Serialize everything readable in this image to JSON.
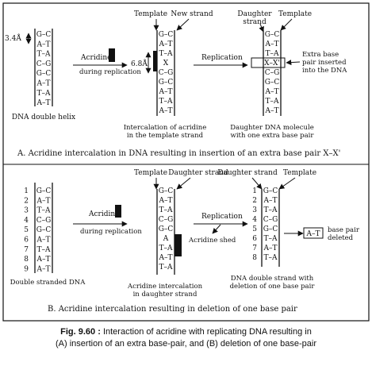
{
  "panelA": {
    "helix": {
      "pairs": [
        "G–C",
        "A–T",
        "T–A",
        "C–G",
        "G–C",
        "A–T",
        "T–A",
        "A–T"
      ],
      "spacing_label": "3.4Å",
      "label": "DNA double helix"
    },
    "arrow1": {
      "top": "Acridine",
      "bottom": "during replication"
    },
    "mid": {
      "template_label": "Template",
      "new_strand_label": "New strand",
      "pairs": [
        "G–C",
        "A–T",
        "T–A",
        "X",
        "C–G",
        "G–C",
        "A–T",
        "T–A",
        "A–T"
      ],
      "spacing_label": "6.8Å",
      "label_line1": "Intercalation of acridine",
      "label_line2": "in the template strand"
    },
    "arrow2": {
      "top": "Replication"
    },
    "right": {
      "daughter_label_line1": "Daughter",
      "daughter_label_line2": "strand",
      "template_label": "Template",
      "pairs": [
        "G–C",
        "A–T",
        "T–A",
        "X–X'",
        "C–G",
        "G–C",
        "A–T",
        "T–A",
        "A–T"
      ],
      "annot_line1": "Extra base",
      "annot_line2": "pair inserted",
      "annot_line3": "into the DNA",
      "label_line1": "Daughter DNA molecule",
      "label_line2": "with one extra base pair"
    },
    "caption": "A. Acridine intercalation in DNA resulting in insertion of an extra base pair X–X'"
  },
  "panelB": {
    "left": {
      "numbers": [
        "1",
        "2",
        "3",
        "4",
        "5",
        "6",
        "7",
        "8",
        "9"
      ],
      "pairs": [
        "G–C",
        "A–T",
        "T–A",
        "C–G",
        "G–C",
        "A–T",
        "T–A",
        "A–T",
        "A–T"
      ],
      "label": "Double stranded DNA"
    },
    "arrow1": {
      "top": "Acridine",
      "bottom": "during replication"
    },
    "mid": {
      "template_label": "Template",
      "daughter_label": "Daughter strand",
      "pairs": [
        "G–C",
        "A–T",
        "T–A",
        "C–G",
        "G–C",
        "A",
        "T–A",
        "A–T",
        "T–A"
      ],
      "label_line1": "Acridine intercalation",
      "label_line2": "in daughter strand"
    },
    "arrow2": {
      "top": "Replication",
      "bottom": "Acridine shed"
    },
    "right": {
      "daughter_label": "Daughter strand",
      "template_label": "Template",
      "numbers": [
        "1",
        "2",
        "3",
        "4",
        "5",
        "6",
        "7",
        "8"
      ],
      "pairs": [
        "G–C",
        "A–T",
        "T–A",
        "C–G",
        "G–C",
        "T–A",
        "A–T",
        "T–A"
      ],
      "deleted_pair": "A–T",
      "deleted_label_line1": "base pair",
      "deleted_label_line2": "deleted",
      "label_line1": "DNA double strand with",
      "label_line2": "deletion of one base pair"
    },
    "caption": "B. Acridine intercalation resulting in deletion of one base pair"
  },
  "figure": {
    "fig_label": "Fig. 9.60 :",
    "caption_line1": " Interaction of acridine with replicating DNA resulting in",
    "caption_line2": "(A) insertion of an extra base-pair, and (B) deletion of one base-pair"
  }
}
